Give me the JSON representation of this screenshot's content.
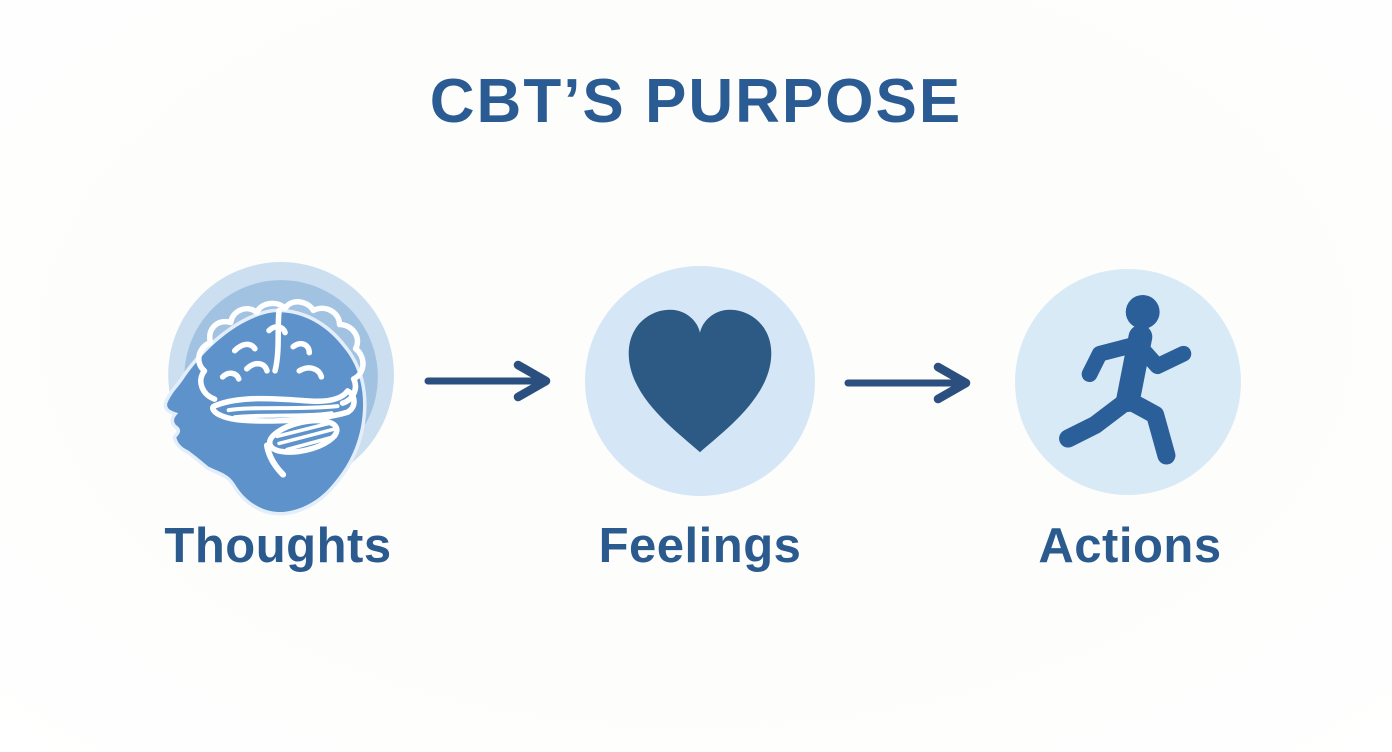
{
  "title": "CBT’S PURPOSE",
  "steps": [
    {
      "label": "Thoughts",
      "icon": "head-with-brain-icon"
    },
    {
      "label": "Feelings",
      "icon": "heart-icon"
    },
    {
      "label": "Actions",
      "icon": "running-person-icon"
    }
  ],
  "connectors": [
    {
      "icon": "arrow-right-icon"
    },
    {
      "icon": "arrow-right-icon"
    }
  ],
  "colors": {
    "background": "#ffffff",
    "title_text": "#2a5c93",
    "label_text": "#2b5a8f",
    "arrow": "#2b4f7e",
    "thoughts_outer_circle": "#cbdff1",
    "thoughts_inner_circle": "#a2c2e1",
    "head_fill": "#5d93ca",
    "head_halo": "#e4eefa",
    "brain_line": "#ffffff",
    "feelings_circle": "#d5e7f6",
    "heart_fill": "#2c5a85",
    "actions_circle": "#d9eaf7",
    "runner_fill": "#2b5f99"
  }
}
